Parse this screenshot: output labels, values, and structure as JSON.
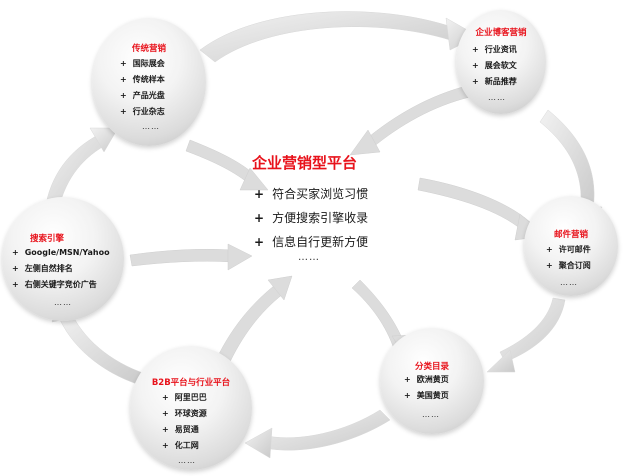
{
  "center": {
    "title": "企业营销型平台",
    "items": [
      "符合买家浏览习惯",
      "方便搜索引擎收录",
      "信息自行更新方便"
    ],
    "more": "……"
  },
  "nodes": {
    "traditional": {
      "title": "传统营销",
      "items": [
        "国际展会",
        "传统样本",
        "产品光盘",
        "行业杂志"
      ],
      "more": "……"
    },
    "blog": {
      "title": "企业博客营销",
      "items": [
        "行业资讯",
        "展会软文",
        "新品推荐"
      ],
      "more": "……"
    },
    "search": {
      "title": "搜索引擎",
      "items": [
        "Google/MSN/Yahoo",
        "左侧自然排名",
        "右侧关键字竞价广告"
      ],
      "more": "……"
    },
    "email": {
      "title": "邮件营销",
      "items": [
        "许可邮件",
        "聚合订阅"
      ],
      "more": "……"
    },
    "b2b": {
      "title": "B2B平台与行业平台",
      "items": [
        "阿里巴巴",
        "环球资源",
        "易贸通",
        "化工网"
      ],
      "more": "……"
    },
    "directory": {
      "title": "分类目录",
      "items": [
        "欧洲黄页",
        "美国黄页"
      ],
      "more": "……"
    }
  },
  "colors": {
    "title_red": "#e8121b",
    "text": "#1a1a1a",
    "arrow_gray": "#d9d9d9"
  }
}
